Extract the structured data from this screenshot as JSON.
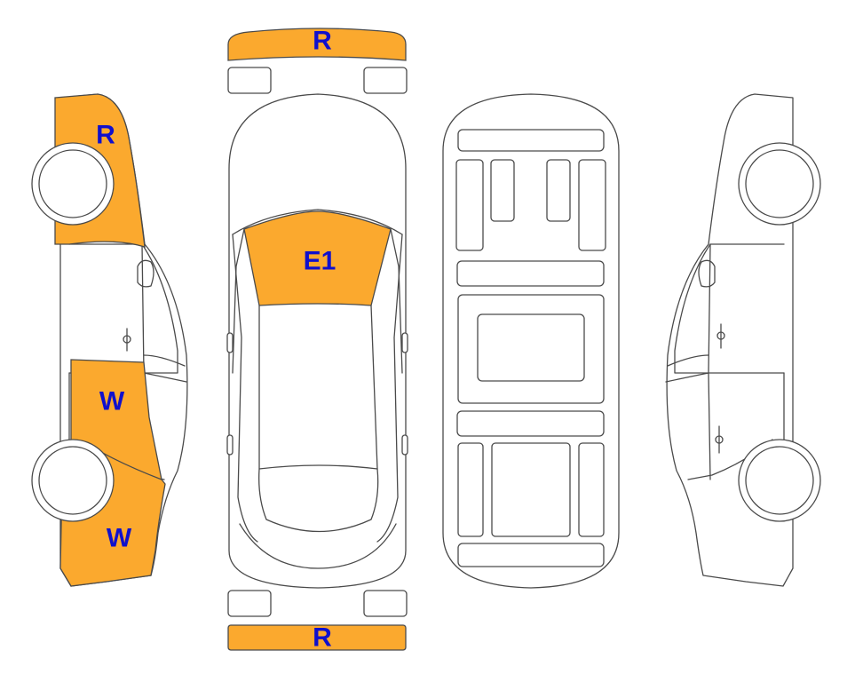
{
  "colors": {
    "damage_fill": "#FBA92E",
    "label_text": "#1010CC",
    "outline": "#4A4A4A",
    "background": "#FFFFFF"
  },
  "damage_marks": {
    "front_bumper": "R",
    "left_front_fender": "R",
    "left_rear_door": "W",
    "left_rear_quarter": "W",
    "windshield": "E1",
    "rear_bumper": "R"
  }
}
